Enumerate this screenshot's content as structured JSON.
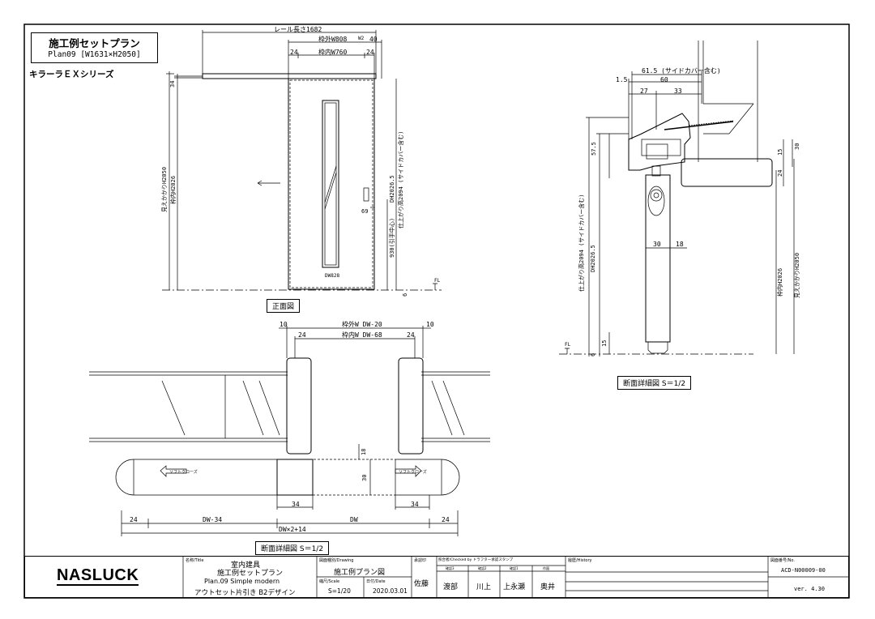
{
  "title_box": {
    "line1": "施工例セットプラン",
    "line2": "Plan09 [W1631×H2050]"
  },
  "series": "キラーラＥＸシリーズ",
  "front": {
    "rail_length": "レール長さ1682",
    "frame_outer": "枠外W808",
    "frame_inner": "枠内W760",
    "dim_w2": "W2",
    "dim_40": "40",
    "dim_24a": "24",
    "dim_24b": "24",
    "dim_34": "34",
    "mitsukake": "見えかかりH2050",
    "frame_inner_h": "枠内H2026",
    "dh": "DH2026.5",
    "finish_h": "仕上がり高2094 (サイドカバー含む)",
    "handle_h": "930(引手中心)",
    "dim_69": "69",
    "dw": "DW828",
    "dim_6": "6",
    "fl": "FL",
    "view_label": "正面図"
  },
  "plan": {
    "dim_10a": "10",
    "dim_10b": "10",
    "frame_outer": "枠外W DW-20",
    "frame_inner": "枠内W DW-68",
    "dim_24a": "24",
    "dim_24b": "24",
    "dim_18": "18",
    "dim_30": "30",
    "dim_34a": "34",
    "dim_34b": "34",
    "soft_close_l": "ソフトクローズ",
    "soft_close_r": "ソフトクローズ",
    "dim_24l": "24",
    "dim_dw34": "DW-34",
    "dim_dw": "DW",
    "dim_24r": "24",
    "dim_total": "DW×2+14",
    "view_label": "断面詳細図 S＝1/2"
  },
  "section": {
    "dim_615": "61.5 (サイドカバー含む)",
    "dim_15": "1.5",
    "dim_60": "60",
    "dim_27": "27",
    "dim_33": "33",
    "dim_575": "57.5",
    "dim_15r": "15",
    "dim_30r": "30",
    "dim_24r": "24",
    "finish_h": "仕上がり高2094 (サイドカバー含む)",
    "dh": "DH2026.5",
    "dim_30": "30",
    "dim_18": "18",
    "frame_inner_h": "枠内H2026",
    "mitsukake": "見えかかりH2050",
    "dim_15b": "15",
    "dim_6": "6",
    "fl": "FL",
    "view_label": "断面詳細図 S＝1/2"
  },
  "title_block": {
    "logo": "NASLUCK",
    "title_hd": "名称/Title",
    "title_v1": "室内建具",
    "title_v2": "施工例セットプラン",
    "title_v3": "Plan.09 Simple modern",
    "title_v4": "アウトセット片引き B2デザイン",
    "drawing_hd": "図面種別/Drawing",
    "drawing_v": "施工例プラン図",
    "scale_hd": "縮尺/Scale",
    "scale_v": "S=1/20",
    "date_hd": "日付/Date",
    "date_v": "2020.03.01",
    "approve_hd": "承認印",
    "approve_v": "佐藤",
    "check_hd": "照合者/Checked by ドラフター承認スタンプ",
    "check_sub": [
      "確認3",
      "確認2",
      "確認1",
      "作図"
    ],
    "check_v": [
      "渡部",
      "川上",
      "上永瀬",
      "奥井"
    ],
    "history_hd": "履歴/History",
    "dwgno_hd": "図面番号/No.",
    "dwgno_v": "ACD-N00009-00",
    "ver_v": "ver. 4.30"
  }
}
